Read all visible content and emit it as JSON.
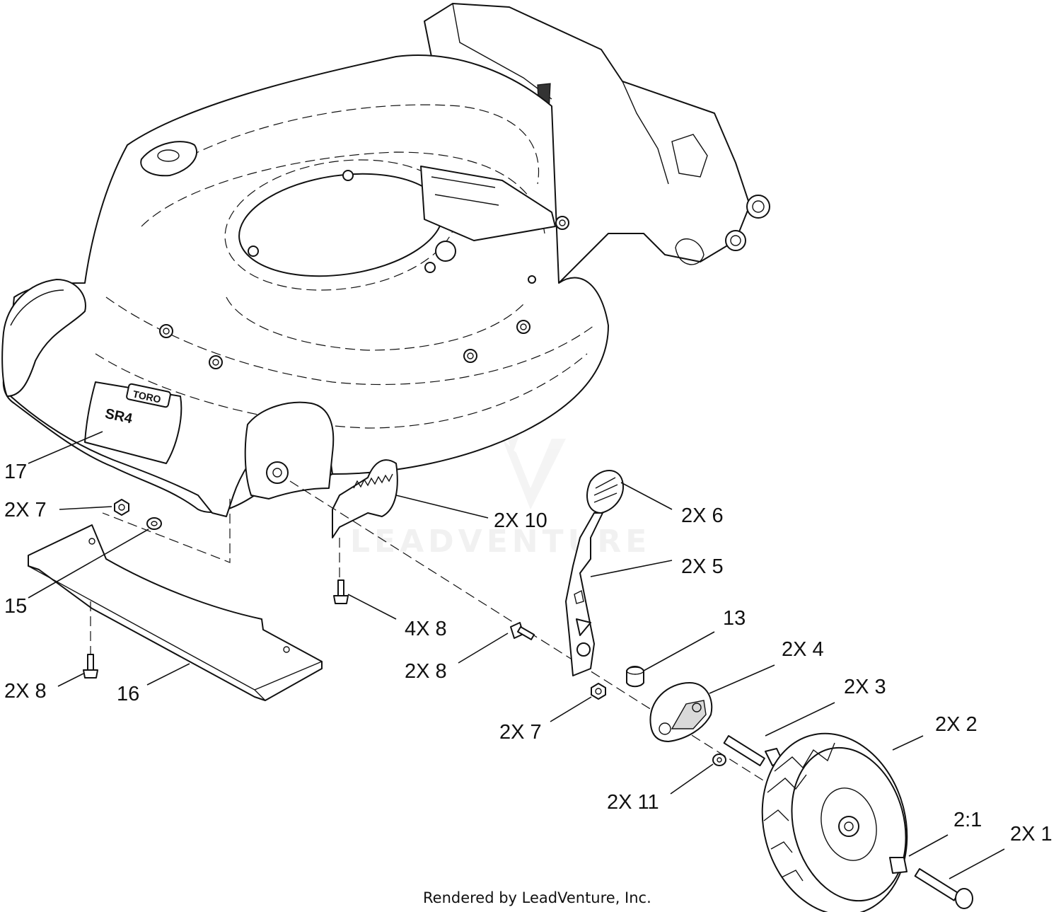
{
  "callouts": [
    {
      "id": "c17",
      "text": "17"
    },
    {
      "id": "c2x7a",
      "text": "2X 7"
    },
    {
      "id": "c15",
      "text": "15"
    },
    {
      "id": "c2x8a",
      "text": "2X 8"
    },
    {
      "id": "c16",
      "text": "16"
    },
    {
      "id": "c4x8",
      "text": "4X 8"
    },
    {
      "id": "c2x10",
      "text": "2X 10"
    },
    {
      "id": "c2x6",
      "text": "2X 6"
    },
    {
      "id": "c2x5",
      "text": "2X 5"
    },
    {
      "id": "c13",
      "text": "13"
    },
    {
      "id": "c2x8b",
      "text": "2X 8"
    },
    {
      "id": "c2x4",
      "text": "2X 4"
    },
    {
      "id": "c2x3",
      "text": "2X 3"
    },
    {
      "id": "c2x7b",
      "text": "2X 7"
    },
    {
      "id": "c2x2",
      "text": "2X 2"
    },
    {
      "id": "c2x11",
      "text": "2X 11"
    },
    {
      "id": "c2to1",
      "text": "2:1"
    },
    {
      "id": "c2x1",
      "text": "2X 1"
    }
  ],
  "watermark": "LEADVENTURE",
  "footer": "Rendered by LeadVenture, Inc.",
  "decal": {
    "brand": "TORO",
    "model": "SR4"
  }
}
